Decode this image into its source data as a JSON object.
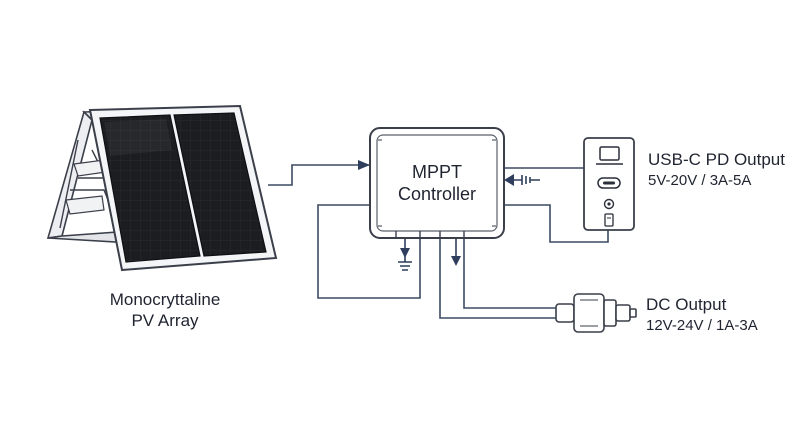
{
  "pv_array": {
    "label_line1": "Monocryttaline",
    "label_line2": "PV Array",
    "icon": "solar-panel-icon"
  },
  "controller": {
    "line1": "MPPT",
    "line2": "Controller"
  },
  "usb_output": {
    "title": "USB-C PD Output",
    "spec": "5V-20V / 3A-5A",
    "icon": "usb-port-device-icon"
  },
  "dc_output": {
    "title": "DC Output",
    "spec": "12V-24V / 1A-3A",
    "icon": "dc-connector-icon"
  },
  "colors": {
    "line": "#3b4a63",
    "arrow": "#2e3e5c",
    "panel": "#1b1c1f",
    "outline": "#3a3f4a"
  }
}
